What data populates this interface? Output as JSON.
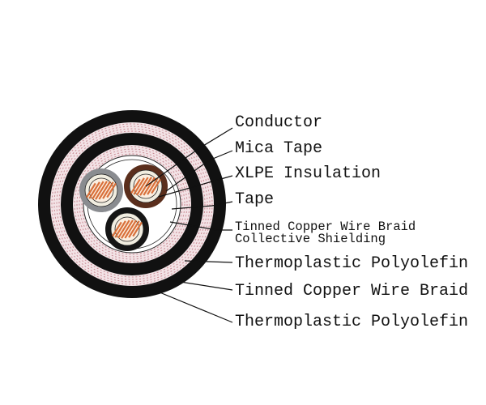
{
  "title": "Cable cross-section",
  "labels": {
    "conductor": "Conductor",
    "mica_tape": "Mica Tape",
    "xlpe_insulation": "XLPE Insulation",
    "tape": "Tape",
    "collective_shield_line1": "Tinned Copper Wire Braid",
    "collective_shield_line2": "Collective Shielding",
    "inner_sheath": "Thermoplastic Polyolefin",
    "armour_braid": "Tinned Copper Wire Braid",
    "outer_sheath": "Thermoplastic Polyolefin"
  },
  "colors": {
    "sheath": "#111111",
    "braid": "#f3e3e6",
    "braid_mesh": "#c98a93",
    "copper": "#d9703a",
    "insulation": "#f1ede0",
    "core_gray": "#8a8c90",
    "core_brown": "#5a2e1c",
    "core_black": "#151515"
  }
}
